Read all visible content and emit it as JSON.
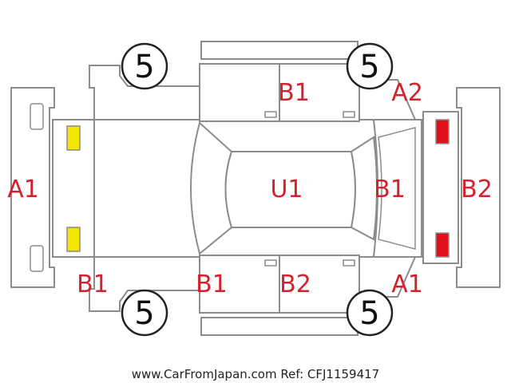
{
  "labels": {
    "top_door": "B1",
    "front_fender_right": "A2",
    "front_bumper": "A1",
    "roof": "U1",
    "rear_hatch": "B1",
    "rear_bumper": "B2",
    "front_fender_left": "B1",
    "left_front_door": "B1",
    "left_rear_door": "B2",
    "rear_fender_left": "A1"
  },
  "tires": {
    "top_left": "5",
    "top_right": "5",
    "bottom_left": "5",
    "bottom_right": "5"
  },
  "footer": "www.CarFromJapan.com Ref: CFJ1159417",
  "colors": {
    "label": "#d4222c",
    "outline": "#8c8c8c",
    "front_light_marker": "#f2e600",
    "rear_light_marker": "#e0101c"
  }
}
